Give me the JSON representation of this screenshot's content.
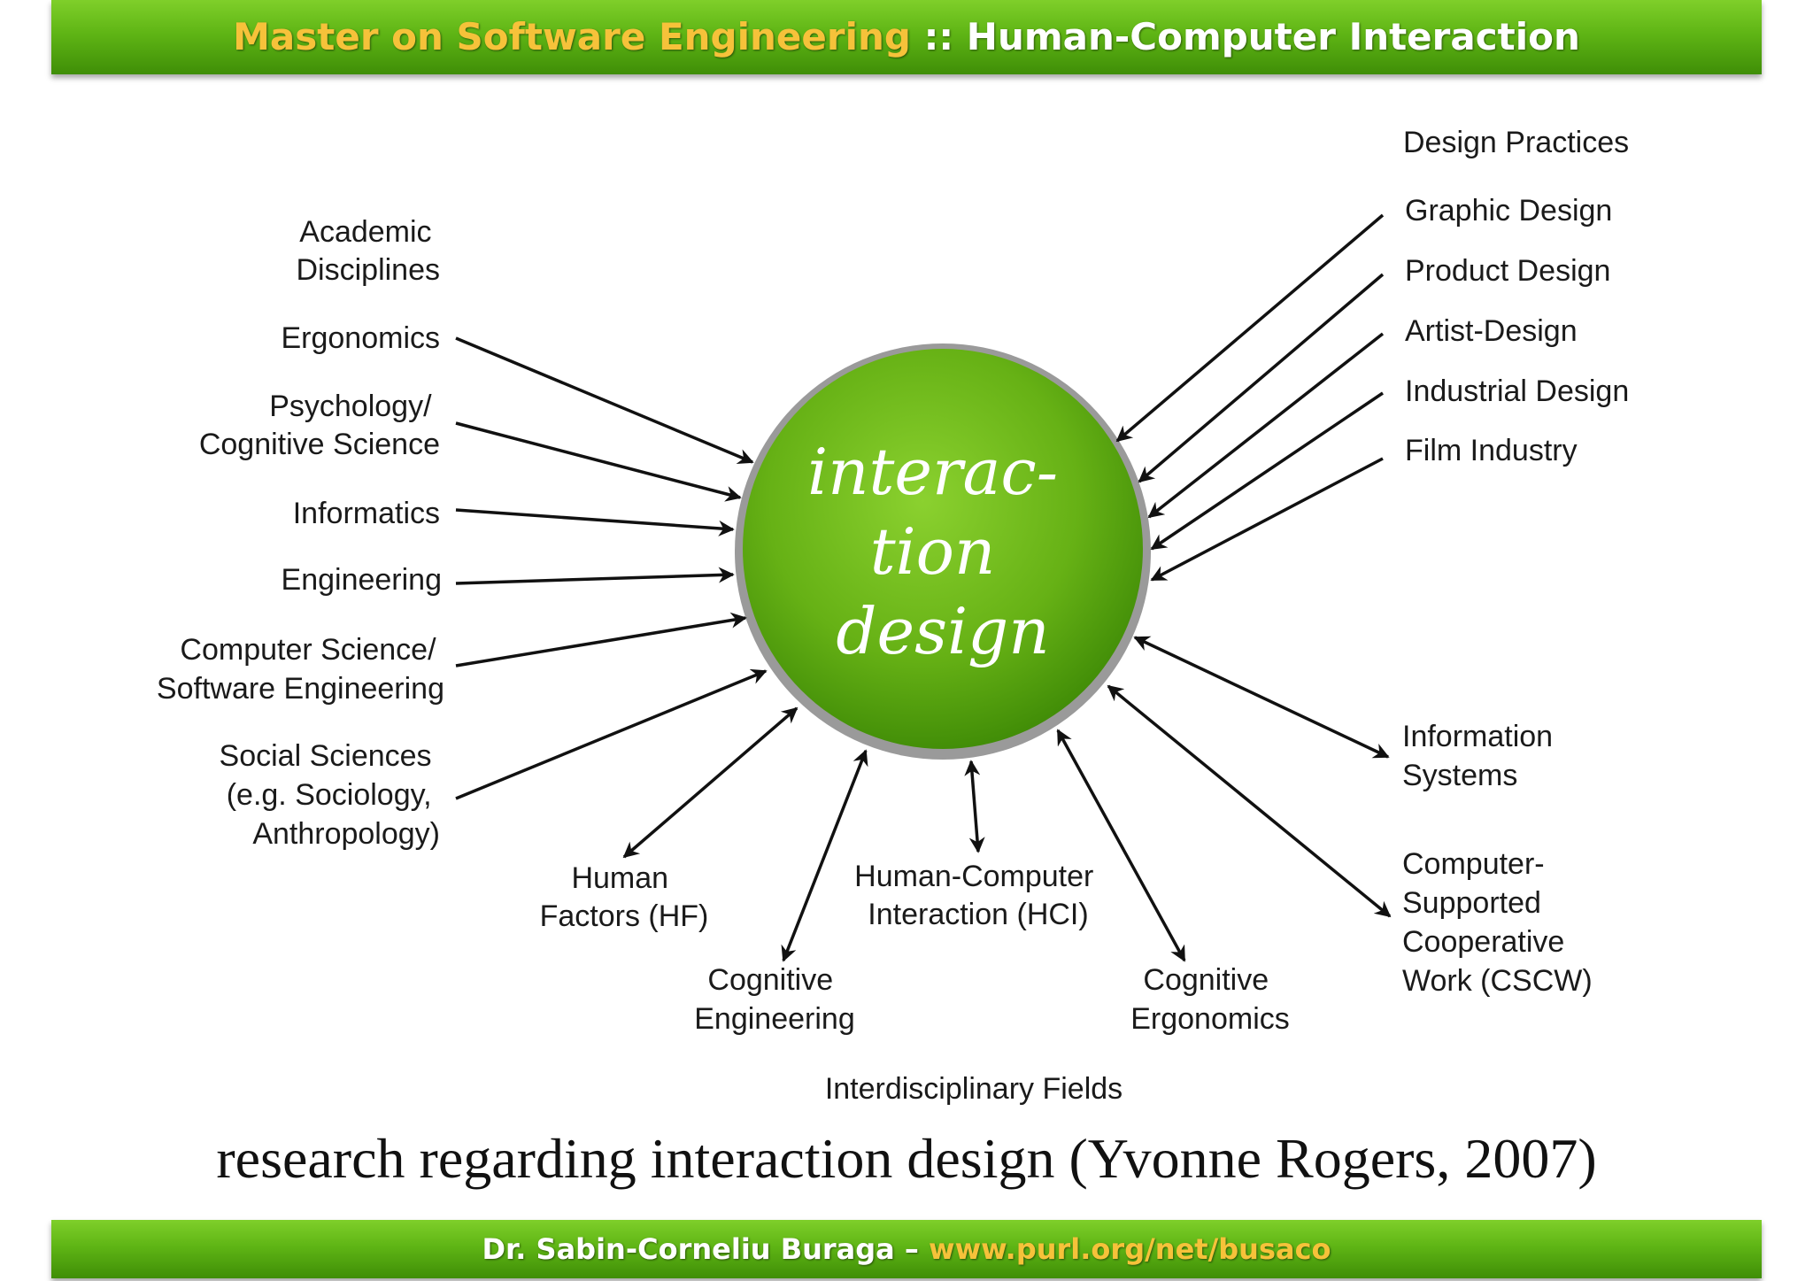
{
  "header": {
    "title_highlight": "Master on Software Engineering",
    "title_rest": " :: Human-Computer Interaction"
  },
  "diagram": {
    "center": [
      "interac-",
      "tion",
      "design"
    ],
    "left_heading": [
      "Academic",
      "Disciplines"
    ],
    "left_items": [
      [
        "Ergonomics"
      ],
      [
        "Psychology/",
        "Cognitive Science"
      ],
      [
        "Informatics"
      ],
      [
        "Engineering"
      ],
      [
        "Computer Science/",
        "Software Engineering"
      ],
      [
        "Social Sciences",
        "(e.g. Sociology,",
        "Anthropology)"
      ]
    ],
    "right_heading": "Design Practices",
    "right_items": [
      "Graphic Design",
      "Product Design",
      "Artist-Design",
      "Industrial Design",
      "Film Industry"
    ],
    "interdisciplinary_heading": "Interdisciplinary Fields",
    "interdisciplinary_items": [
      [
        "Human",
        "Factors (HF)"
      ],
      [
        "Cognitive",
        "Engineering"
      ],
      [
        "Human-Computer",
        "Interaction (HCI)"
      ],
      [
        "Cognitive",
        "Ergonomics"
      ],
      [
        "Information",
        "Systems"
      ],
      [
        "Computer-",
        "Supported",
        "Cooperative",
        "Work (CSCW)"
      ]
    ]
  },
  "caption": "research regarding interaction design (Yvonne Rogers, 2007)",
  "footer": {
    "author": "Dr. Sabin-Corneliu Buraga – ",
    "url": "www.purl.org/net/busaco"
  },
  "colors": {
    "bar_green": "#5fb515",
    "highlight_yellow": "#f6c23a",
    "circle_green": "#63ad13"
  }
}
